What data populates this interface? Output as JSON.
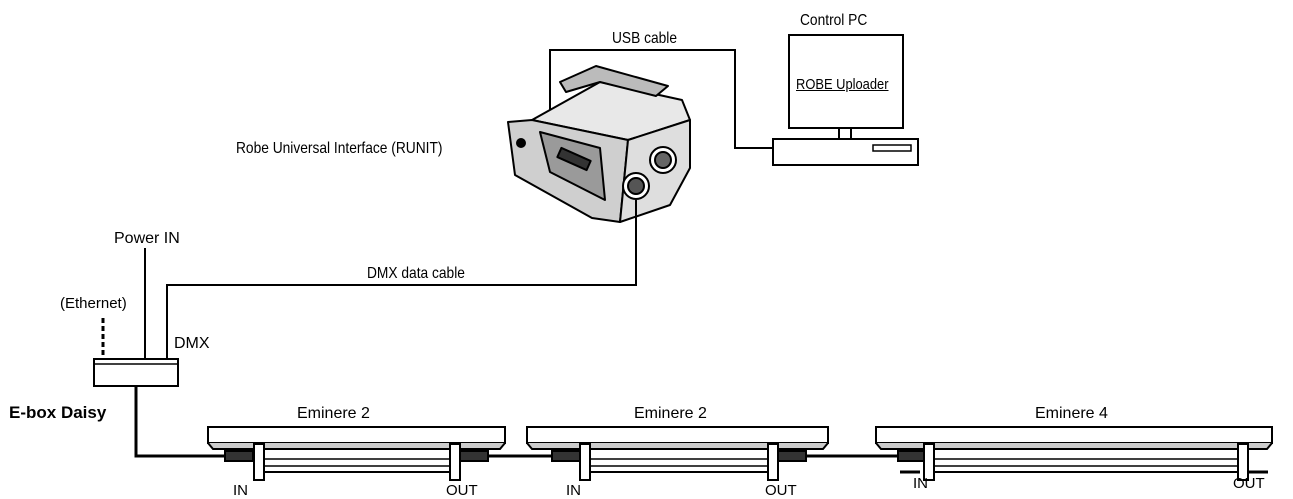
{
  "labels": {
    "control_pc": "Control PC",
    "usb_cable": "USB cable",
    "uploader": "ROBE Uploader",
    "runit": "Robe Universal Interface (RUNIT)",
    "power_in": "Power IN",
    "ethernet": "(Ethernet)",
    "dmx": "DMX",
    "dmx_cable": "DMX data cable",
    "ebox": "E-box Daisy"
  },
  "fixtures": [
    {
      "name": "Eminere 2",
      "in_label": "IN",
      "out_label": "OUT"
    },
    {
      "name": "Eminere 2",
      "in_label": "IN",
      "out_label": "OUT"
    },
    {
      "name": "Eminere 4",
      "in_label": "IN",
      "out_label": "OUT"
    }
  ],
  "colors": {
    "line": "#000000",
    "background": "#ffffff",
    "shade": "#d8d8d8"
  }
}
